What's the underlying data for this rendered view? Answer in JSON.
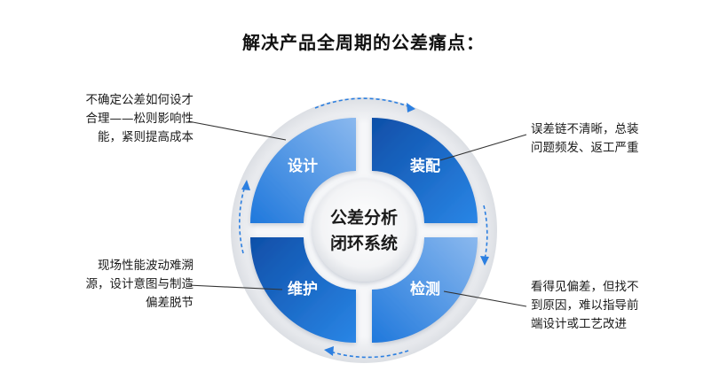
{
  "title": "解决产品全周期的公差痛点：",
  "center": {
    "line1": "公差分析",
    "line2": "闭环系统"
  },
  "quadrants": {
    "top_left": {
      "label": "设计"
    },
    "top_right": {
      "label": "装配"
    },
    "bottom_left": {
      "label": "维护"
    },
    "bottom_right": {
      "label": "检测"
    }
  },
  "callouts": {
    "top_left": [
      "不确定公差如何设才",
      "合理——松则影响性",
      "能，紧则提高成本"
    ],
    "top_right": [
      "误差链不清晰，总装",
      "问题频发、返工严重"
    ],
    "bottom_left": [
      "现场性能波动难溯",
      "源，设计意图与制造",
      "偏差脱节"
    ],
    "bottom_right": [
      "看得见偏差，但找不",
      "到原因，难以指导前",
      "端设计或工艺改进"
    ]
  },
  "colors": {
    "quadrant_light": "#7fb3ef",
    "quadrant_dark": "#1f6fd3",
    "accent_blue": "#2c7fe0",
    "ring": "#eef0f3",
    "hub": "#f4f5f7"
  }
}
